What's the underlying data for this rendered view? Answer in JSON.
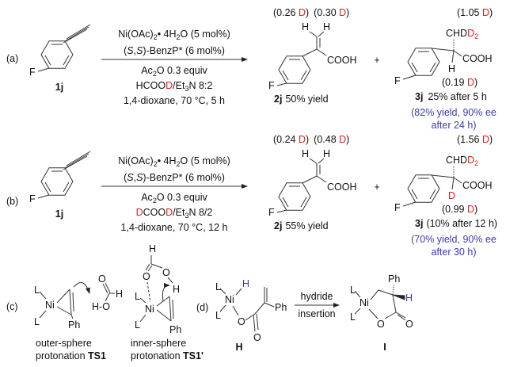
{
  "labels": {
    "a": "(a)",
    "b": "(b)",
    "c": "(c)",
    "d": "(d)"
  },
  "atoms": {
    "F": "F",
    "H": "H",
    "D": "D",
    "O": "O",
    "L": "L",
    "Ni": "Ni",
    "Ph": "Ph",
    "COOH": "COOH",
    "CHD": "CHD",
    "sub2": "2",
    "sub3": "3"
  },
  "compounds": {
    "1j": "1j",
    "2j": "2j",
    "3j": "3j",
    "H": "H",
    "I": "I"
  },
  "reaction_a": {
    "cat1_pre": "Ni(OAc)",
    "cat1_mid": "• 4H",
    "cat1_o": "O (5 mol%)",
    "lig_open": "(",
    "lig_s1": "S",
    "lig_comma": ",",
    "lig_s2": "S",
    "lig_rest": ")-BenzP* (6 mol%)",
    "ac_pre": "Ac",
    "ac_post": "O 0.3 equiv",
    "acid_pre": "HCOO",
    "acid_d": "D",
    "acid_post": "/Et",
    "acid_end": "N 8:2",
    "cond": "1,4-dioxane, 70 °C, 5 h",
    "p2_d1_open": "(0.26 ",
    "p2_d2_open": "(0.30 ",
    "close": ")",
    "p2_yield": "50% yield",
    "p3_d_top": "(1.05 ",
    "p3_d_low": "(0.19 ",
    "p3_yield": "25% after 5 h",
    "note1": "(82% yield, 90% ee",
    "note2": "after 24 h)"
  },
  "reaction_b": {
    "acid_d": "D",
    "acid_mid": "COO",
    "acid_d2": "D",
    "acid_post": "/Et",
    "acid_end": "N 8/2",
    "cond": "1,4-dioxane, 70 °C, 12 h",
    "p2_d1_open": "(0.24 ",
    "p2_d2_open": "(0.48 ",
    "p2_yield": "55% yield",
    "p3_d_top": "(1.56 ",
    "p3_d_low": "(0.99 ",
    "p3_yield": "(10% after 12 h)",
    "note1": "(70% yield, 90% ee",
    "note2": "after 30 h)"
  },
  "panel_c": {
    "ts1_line1": "outer-sphere",
    "ts1_line2": "protonation ",
    "ts1_name": "TS1",
    "ts1p_line1": "inner-sphere",
    "ts1p_line2": "protonation ",
    "ts1p_name": "TS1'",
    "hbond": "H-O"
  },
  "panel_d": {
    "arrow_top": "hydride",
    "arrow_bottom": "insertion"
  },
  "plus": "+"
}
